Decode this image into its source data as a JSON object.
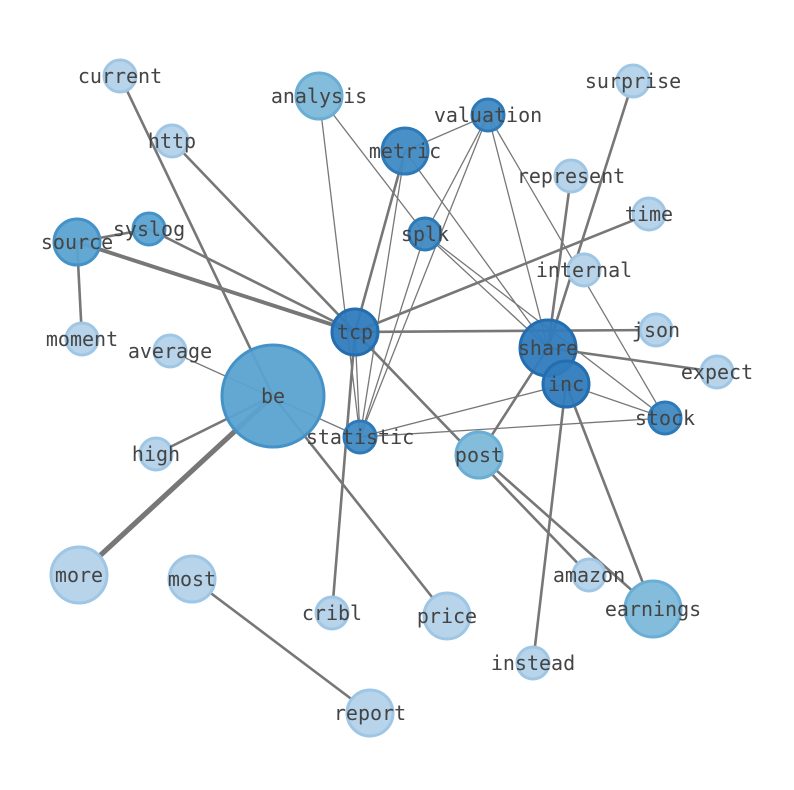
{
  "nodes": [
    {
      "id": "current",
      "label": "current",
      "level": 1
    },
    {
      "id": "analysis",
      "label": "analysis",
      "level": 3
    },
    {
      "id": "valuation",
      "label": "valuation",
      "level": 5
    },
    {
      "id": "surprise",
      "label": "surprise",
      "level": 1
    },
    {
      "id": "http",
      "label": "http",
      "level": 1
    },
    {
      "id": "metric",
      "label": "metric",
      "level": 5
    },
    {
      "id": "represent",
      "label": "represent",
      "level": 1
    },
    {
      "id": "time",
      "label": "time",
      "level": 1
    },
    {
      "id": "syslog",
      "label": "syslog",
      "level": 4
    },
    {
      "id": "source",
      "label": "source",
      "level": 4
    },
    {
      "id": "splk",
      "label": "splk",
      "level": 5
    },
    {
      "id": "internal",
      "label": "internal",
      "level": 1
    },
    {
      "id": "moment",
      "label": "moment",
      "level": 1
    },
    {
      "id": "tcp",
      "label": "tcp",
      "level": 6
    },
    {
      "id": "json",
      "label": "json",
      "level": 1
    },
    {
      "id": "share",
      "label": "share",
      "level": 6
    },
    {
      "id": "average",
      "label": "average",
      "level": 1
    },
    {
      "id": "expect",
      "label": "expect",
      "level": 1
    },
    {
      "id": "inc",
      "label": "inc",
      "level": 6
    },
    {
      "id": "be",
      "label": "be",
      "level": 4
    },
    {
      "id": "stock",
      "label": "stock",
      "level": 5
    },
    {
      "id": "statistic",
      "label": "statistic",
      "level": 5
    },
    {
      "id": "high",
      "label": "high",
      "level": 1
    },
    {
      "id": "post",
      "label": "post",
      "level": 3
    },
    {
      "id": "more",
      "label": "more",
      "level": 1
    },
    {
      "id": "most",
      "label": "most",
      "level": 1
    },
    {
      "id": "amazon",
      "label": "amazon",
      "level": 1
    },
    {
      "id": "earnings",
      "label": "earnings",
      "level": 3
    },
    {
      "id": "cribl",
      "label": "cribl",
      "level": 1
    },
    {
      "id": "price",
      "label": "price",
      "level": 1
    },
    {
      "id": "instead",
      "label": "instead",
      "level": 1
    },
    {
      "id": "report",
      "label": "report",
      "level": 1
    }
  ],
  "edges": [
    {
      "source": "current",
      "target": "be",
      "weight": 2
    },
    {
      "source": "http",
      "target": "tcp",
      "weight": 2
    },
    {
      "source": "syslog",
      "target": "tcp",
      "weight": 2
    },
    {
      "source": "source",
      "target": "syslog",
      "weight": 2
    },
    {
      "source": "source",
      "target": "tcp",
      "weight": 3
    },
    {
      "source": "source",
      "target": "moment",
      "weight": 2
    },
    {
      "source": "time",
      "target": "tcp",
      "weight": 2
    },
    {
      "source": "tcp",
      "target": "json",
      "weight": 2
    },
    {
      "source": "tcp",
      "target": "statistic",
      "weight": 1
    },
    {
      "source": "tcp",
      "target": "cribl",
      "weight": 2
    },
    {
      "source": "tcp",
      "target": "amazon",
      "weight": 2
    },
    {
      "source": "metric",
      "target": "tcp",
      "weight": 2
    },
    {
      "source": "metric",
      "target": "valuation",
      "weight": 1
    },
    {
      "source": "metric",
      "target": "statistic",
      "weight": 1
    },
    {
      "source": "metric",
      "target": "share",
      "weight": 1
    },
    {
      "source": "analysis",
      "target": "splk",
      "weight": 1
    },
    {
      "source": "analysis",
      "target": "statistic",
      "weight": 1
    },
    {
      "source": "valuation",
      "target": "splk",
      "weight": 1
    },
    {
      "source": "valuation",
      "target": "statistic",
      "weight": 1
    },
    {
      "source": "valuation",
      "target": "share",
      "weight": 1
    },
    {
      "source": "valuation",
      "target": "stock",
      "weight": 1
    },
    {
      "source": "splk",
      "target": "share",
      "weight": 1
    },
    {
      "source": "splk",
      "target": "stock",
      "weight": 1
    },
    {
      "source": "splk",
      "target": "statistic",
      "weight": 1
    },
    {
      "source": "surprise",
      "target": "share",
      "weight": 2
    },
    {
      "source": "represent",
      "target": "share",
      "weight": 2
    },
    {
      "source": "share",
      "target": "expect",
      "weight": 2
    },
    {
      "source": "share",
      "target": "post",
      "weight": 2
    },
    {
      "source": "inc",
      "target": "statistic",
      "weight": 1
    },
    {
      "source": "inc",
      "target": "stock",
      "weight": 1
    },
    {
      "source": "inc",
      "target": "instead",
      "weight": 2
    },
    {
      "source": "inc",
      "target": "earnings",
      "weight": 2
    },
    {
      "source": "statistic",
      "target": "stock",
      "weight": 1
    },
    {
      "source": "average",
      "target": "statistic",
      "weight": 1
    },
    {
      "source": "be",
      "target": "high",
      "weight": 2
    },
    {
      "source": "be",
      "target": "more",
      "weight": 4
    },
    {
      "source": "be",
      "target": "price",
      "weight": 2
    },
    {
      "source": "post",
      "target": "earnings",
      "weight": 2
    },
    {
      "source": "most",
      "target": "report",
      "weight": 2
    }
  ],
  "colors": {
    "level1": "#b7d4ea",
    "level3": "#84bcdb",
    "level4": "#5ba3d0",
    "level5": "#3f8ac4",
    "level6": "#2f7bbd",
    "edge": "#777777",
    "label": "#444444"
  }
}
